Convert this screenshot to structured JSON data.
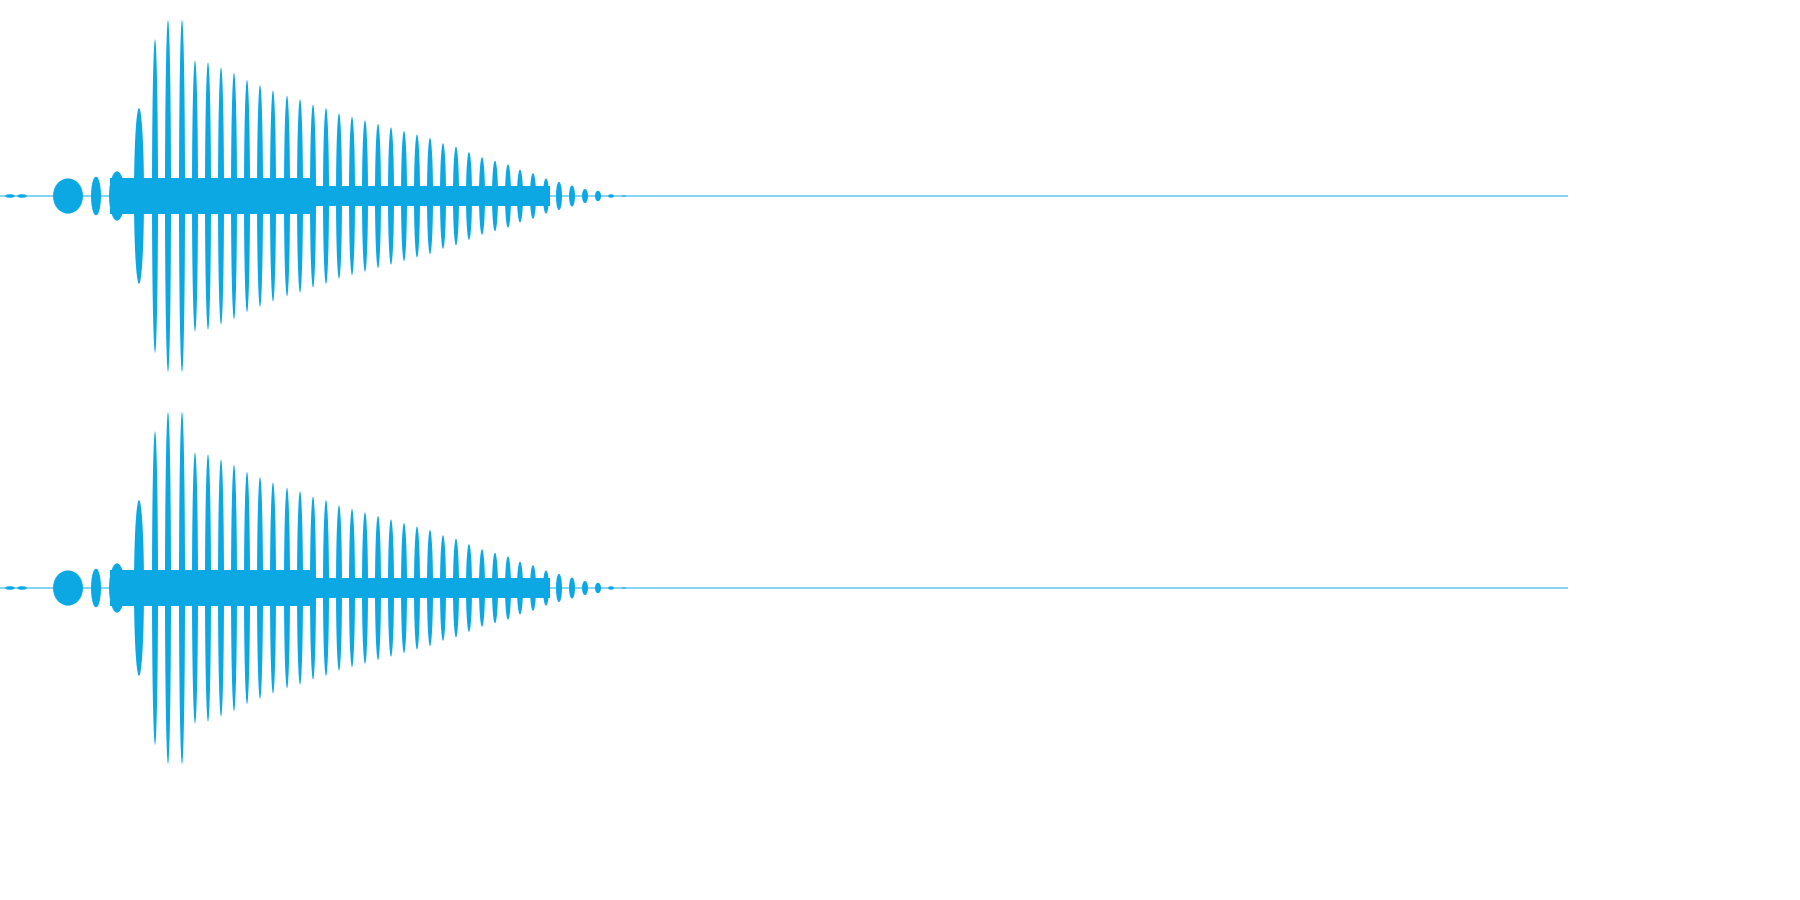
{
  "chart_data": {
    "type": "area",
    "title": "",
    "xlabel": "",
    "ylabel": "",
    "ylim": [
      -1,
      1
    ],
    "grid": false,
    "legend": "none",
    "channels": [
      {
        "name": "",
        "color": "#0ba8e3",
        "peaks": [
          0.01,
          0.01,
          0.1,
          0.11,
          0.14,
          0.5,
          0.89,
          1.0,
          1.0,
          0.77,
          0.76,
          0.73,
          0.7,
          0.66,
          0.63,
          0.6,
          0.57,
          0.55,
          0.52,
          0.5,
          0.47,
          0.45,
          0.43,
          0.41,
          0.39,
          0.37,
          0.35,
          0.33,
          0.3,
          0.28,
          0.25,
          0.22,
          0.2,
          0.18,
          0.15,
          0.13,
          0.1,
          0.08,
          0.06,
          0.04,
          0.03,
          0.01,
          0.0
        ]
      },
      {
        "name": "",
        "color": "#0ba8e3",
        "peaks": [
          0.01,
          0.01,
          0.1,
          0.11,
          0.14,
          0.5,
          0.89,
          1.0,
          1.0,
          0.77,
          0.76,
          0.73,
          0.7,
          0.66,
          0.63,
          0.6,
          0.57,
          0.55,
          0.52,
          0.5,
          0.47,
          0.45,
          0.43,
          0.41,
          0.39,
          0.37,
          0.35,
          0.33,
          0.3,
          0.28,
          0.25,
          0.22,
          0.2,
          0.18,
          0.15,
          0.13,
          0.1,
          0.08,
          0.06,
          0.04,
          0.03,
          0.01,
          0.0
        ]
      }
    ]
  }
}
